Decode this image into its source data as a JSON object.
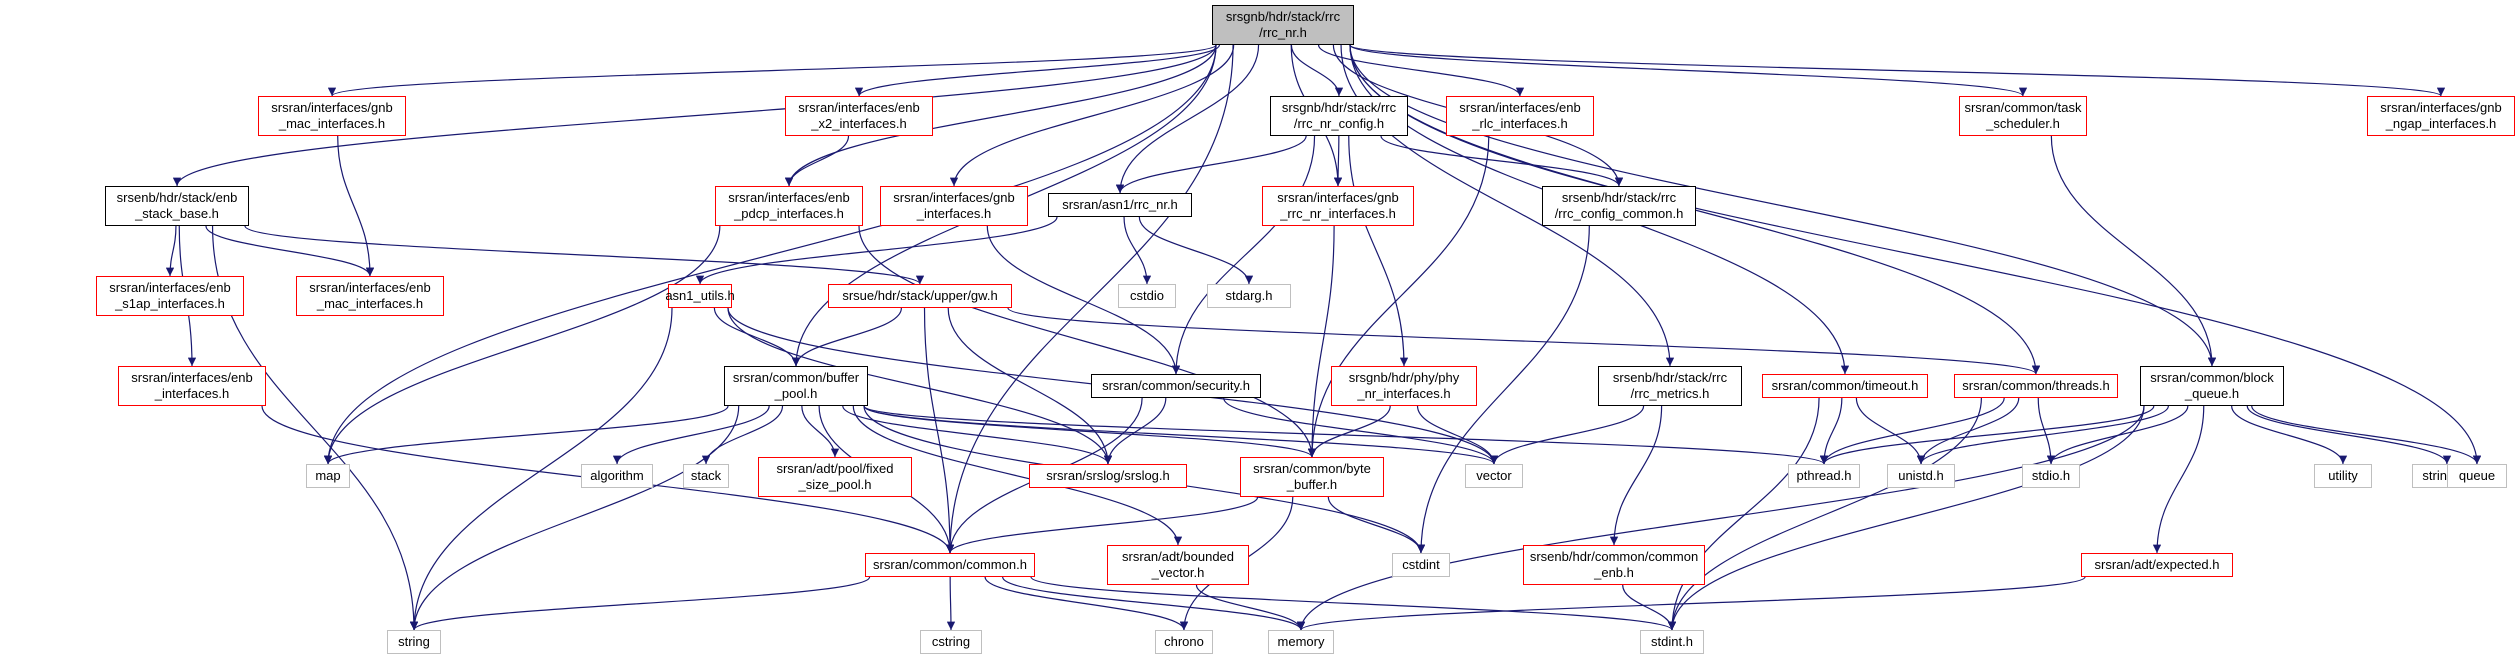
{
  "graph": {
    "colors": {
      "edge": "#191970",
      "black_border": "#000000",
      "red_border": "#ff0000",
      "grey_border": "#bfbfbf",
      "root_fill": "#bfbfbf"
    },
    "nodes": {
      "rrc_nr_h": {
        "label": "srsgnb/hdr/stack/rrc\n/rrc_nr.h",
        "style": "root"
      },
      "gnb_mac_interfaces": {
        "label": "srsran/interfaces/gnb\n_mac_interfaces.h",
        "style": "red"
      },
      "enb_x2_interfaces": {
        "label": "srsran/interfaces/enb\n_x2_interfaces.h",
        "style": "red"
      },
      "rrc_nr_config": {
        "label": "srsgnb/hdr/stack/rrc\n/rrc_nr_config.h",
        "style": "black"
      },
      "enb_rlc_interfaces": {
        "label": "srsran/interfaces/enb\n_rlc_interfaces.h",
        "style": "red"
      },
      "task_scheduler": {
        "label": "srsran/common/task\n_scheduler.h",
        "style": "red"
      },
      "gnb_ngap_interfaces": {
        "label": "srsran/interfaces/gnb\n_ngap_interfaces.h",
        "style": "red"
      },
      "enb_stack_base": {
        "label": "srsenb/hdr/stack/enb\n_stack_base.h",
        "style": "black"
      },
      "enb_pdcp_interfaces": {
        "label": "srsran/interfaces/enb\n_pdcp_interfaces.h",
        "style": "red"
      },
      "gnb_interfaces": {
        "label": "srsran/interfaces/gnb\n_interfaces.h",
        "style": "red"
      },
      "asn1_rrc_nr": {
        "label": "srsran/asn1/rrc_nr.h",
        "style": "black"
      },
      "gnb_rrc_nr_interfaces": {
        "label": "srsran/interfaces/gnb\n_rrc_nr_interfaces.h",
        "style": "red"
      },
      "rrc_config_common": {
        "label": "srsenb/hdr/stack/rrc\n/rrc_config_common.h",
        "style": "black"
      },
      "enb_s1ap_interfaces": {
        "label": "srsran/interfaces/enb\n_s1ap_interfaces.h",
        "style": "red"
      },
      "enb_mac_interfaces": {
        "label": "srsran/interfaces/enb\n_mac_interfaces.h",
        "style": "red"
      },
      "gw_h": {
        "label": "srsue/hdr/stack/upper/gw.h",
        "style": "red"
      },
      "cstdio": {
        "label": "cstdio",
        "style": "grey"
      },
      "stdarg": {
        "label": "stdarg.h",
        "style": "grey"
      },
      "asn1_utils": {
        "label": "asn1_utils.h",
        "style": "red"
      },
      "enb_interfaces": {
        "label": "srsran/interfaces/enb\n_interfaces.h",
        "style": "red"
      },
      "buffer_pool": {
        "label": "srsran/common/buffer\n_pool.h",
        "style": "black"
      },
      "security": {
        "label": "srsran/common/security.h",
        "style": "black"
      },
      "phy_nr_interfaces": {
        "label": "srsgnb/hdr/phy/phy\n_nr_interfaces.h",
        "style": "red"
      },
      "rrc_metrics": {
        "label": "srsenb/hdr/stack/rrc\n/rrc_metrics.h",
        "style": "black"
      },
      "timeout": {
        "label": "srsran/common/timeout.h",
        "style": "red"
      },
      "threads": {
        "label": "srsran/common/threads.h",
        "style": "red"
      },
      "block_queue": {
        "label": "srsran/common/block\n_queue.h",
        "style": "black"
      },
      "map": {
        "label": "map",
        "style": "grey"
      },
      "algorithm": {
        "label": "algorithm",
        "style": "grey"
      },
      "stack": {
        "label": "stack",
        "style": "grey"
      },
      "fixed_size_pool": {
        "label": "srsran/adt/pool/fixed\n_size_pool.h",
        "style": "red"
      },
      "srslog": {
        "label": "srsran/srslog/srslog.h",
        "style": "red"
      },
      "byte_buffer": {
        "label": "srsran/common/byte\n_buffer.h",
        "style": "red"
      },
      "vector": {
        "label": "vector",
        "style": "grey"
      },
      "pthread": {
        "label": "pthread.h",
        "style": "grey"
      },
      "unistd": {
        "label": "unistd.h",
        "style": "grey"
      },
      "stdio": {
        "label": "stdio.h",
        "style": "grey"
      },
      "utility": {
        "label": "utility",
        "style": "grey"
      },
      "strings": {
        "label": "strings.h",
        "style": "grey"
      },
      "queue": {
        "label": "queue",
        "style": "grey"
      },
      "bounded_vector": {
        "label": "srsran/adt/bounded\n_vector.h",
        "style": "red"
      },
      "cstdint": {
        "label": "cstdint",
        "style": "grey"
      },
      "common_enb": {
        "label": "srsenb/hdr/common/common\n_enb.h",
        "style": "red"
      },
      "expected": {
        "label": "srsran/adt/expected.h",
        "style": "red"
      },
      "common": {
        "label": "srsran/common/common.h",
        "style": "red"
      },
      "string": {
        "label": "string",
        "style": "grey"
      },
      "cstring": {
        "label": "cstring",
        "style": "grey"
      },
      "chrono": {
        "label": "chrono",
        "style": "grey"
      },
      "memory": {
        "label": "memory",
        "style": "grey"
      },
      "stdint": {
        "label": "stdint.h",
        "style": "grey"
      }
    },
    "edges": [
      [
        "rrc_nr_h",
        "gnb_mac_interfaces"
      ],
      [
        "rrc_nr_h",
        "enb_x2_interfaces"
      ],
      [
        "rrc_nr_h",
        "rrc_nr_config"
      ],
      [
        "rrc_nr_h",
        "enb_rlc_interfaces"
      ],
      [
        "rrc_nr_h",
        "task_scheduler"
      ],
      [
        "rrc_nr_h",
        "gnb_ngap_interfaces"
      ],
      [
        "rrc_nr_h",
        "enb_stack_base"
      ],
      [
        "rrc_nr_h",
        "enb_pdcp_interfaces"
      ],
      [
        "rrc_nr_h",
        "gnb_interfaces"
      ],
      [
        "rrc_nr_h",
        "asn1_rrc_nr"
      ],
      [
        "rrc_nr_h",
        "gnb_rrc_nr_interfaces"
      ],
      [
        "rrc_nr_h",
        "rrc_config_common"
      ],
      [
        "rrc_nr_h",
        "rrc_metrics"
      ],
      [
        "rrc_nr_h",
        "timeout"
      ],
      [
        "rrc_nr_h",
        "threads"
      ],
      [
        "rrc_nr_h",
        "block_queue"
      ],
      [
        "rrc_nr_h",
        "map"
      ],
      [
        "rrc_nr_h",
        "queue"
      ],
      [
        "rrc_nr_h",
        "buffer_pool"
      ],
      [
        "rrc_nr_h",
        "common"
      ],
      [
        "gnb_mac_interfaces",
        "enb_mac_interfaces"
      ],
      [
        "enb_x2_interfaces",
        "enb_pdcp_interfaces"
      ],
      [
        "rrc_nr_config",
        "asn1_rrc_nr"
      ],
      [
        "rrc_nr_config",
        "gnb_rrc_nr_interfaces"
      ],
      [
        "rrc_nr_config",
        "rrc_config_common"
      ],
      [
        "rrc_nr_config",
        "phy_nr_interfaces"
      ],
      [
        "rrc_nr_config",
        "security"
      ],
      [
        "enb_rlc_interfaces",
        "byte_buffer"
      ],
      [
        "task_scheduler",
        "block_queue"
      ],
      [
        "enb_stack_base",
        "enb_s1ap_interfaces"
      ],
      [
        "enb_stack_base",
        "enb_mac_interfaces"
      ],
      [
        "enb_stack_base",
        "gw_h"
      ],
      [
        "enb_stack_base",
        "enb_interfaces"
      ],
      [
        "enb_stack_base",
        "string"
      ],
      [
        "enb_pdcp_interfaces",
        "map"
      ],
      [
        "enb_pdcp_interfaces",
        "byte_buffer"
      ],
      [
        "gnb_interfaces",
        "security"
      ],
      [
        "asn1_rrc_nr",
        "cstdio"
      ],
      [
        "asn1_rrc_nr",
        "stdarg"
      ],
      [
        "asn1_rrc_nr",
        "asn1_utils"
      ],
      [
        "gnb_rrc_nr_interfaces",
        "byte_buffer"
      ],
      [
        "rrc_config_common",
        "cstdint"
      ],
      [
        "gw_h",
        "buffer_pool"
      ],
      [
        "gw_h",
        "srslog"
      ],
      [
        "gw_h",
        "threads"
      ],
      [
        "gw_h",
        "common"
      ],
      [
        "asn1_utils",
        "buffer_pool"
      ],
      [
        "asn1_utils",
        "srslog"
      ],
      [
        "asn1_utils",
        "string"
      ],
      [
        "asn1_utils",
        "vector"
      ],
      [
        "enb_interfaces",
        "common"
      ],
      [
        "buffer_pool",
        "map"
      ],
      [
        "buffer_pool",
        "algorithm"
      ],
      [
        "buffer_pool",
        "stack"
      ],
      [
        "buffer_pool",
        "fixed_size_pool"
      ],
      [
        "buffer_pool",
        "srslog"
      ],
      [
        "buffer_pool",
        "byte_buffer"
      ],
      [
        "buffer_pool",
        "vector"
      ],
      [
        "buffer_pool",
        "pthread"
      ],
      [
        "buffer_pool",
        "cstdint"
      ],
      [
        "buffer_pool",
        "bounded_vector"
      ],
      [
        "buffer_pool",
        "common"
      ],
      [
        "buffer_pool",
        "string"
      ],
      [
        "security",
        "srslog"
      ],
      [
        "security",
        "vector"
      ],
      [
        "security",
        "common"
      ],
      [
        "phy_nr_interfaces",
        "vector"
      ],
      [
        "phy_nr_interfaces",
        "byte_buffer"
      ],
      [
        "rrc_metrics",
        "vector"
      ],
      [
        "rrc_metrics",
        "common_enb"
      ],
      [
        "timeout",
        "pthread"
      ],
      [
        "timeout",
        "unistd"
      ],
      [
        "timeout",
        "stdint"
      ],
      [
        "threads",
        "pthread"
      ],
      [
        "threads",
        "unistd"
      ],
      [
        "threads",
        "stdio"
      ],
      [
        "threads",
        "stdint"
      ],
      [
        "block_queue",
        "pthread"
      ],
      [
        "block_queue",
        "unistd"
      ],
      [
        "block_queue",
        "stdio"
      ],
      [
        "block_queue",
        "utility"
      ],
      [
        "block_queue",
        "strings"
      ],
      [
        "block_queue",
        "queue"
      ],
      [
        "block_queue",
        "expected"
      ],
      [
        "block_queue",
        "memory"
      ],
      [
        "block_queue",
        "stdint"
      ],
      [
        "byte_buffer",
        "common"
      ],
      [
        "byte_buffer",
        "cstdint"
      ],
      [
        "byte_buffer",
        "chrono"
      ],
      [
        "bounded_vector",
        "memory"
      ],
      [
        "common_enb",
        "stdint"
      ],
      [
        "expected",
        "memory"
      ],
      [
        "common",
        "string"
      ],
      [
        "common",
        "cstring"
      ],
      [
        "common",
        "chrono"
      ],
      [
        "common",
        "memory"
      ],
      [
        "common",
        "stdint"
      ]
    ]
  }
}
